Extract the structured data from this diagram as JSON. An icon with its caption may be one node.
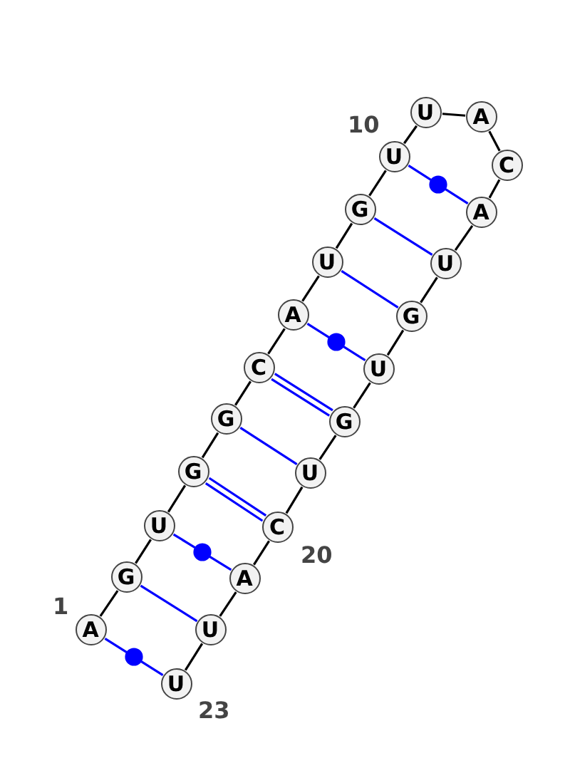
{
  "diagram": {
    "nodes": [
      {
        "text": [
          "A"
        ],
        "beside": [
          "1"
        ]
      },
      {
        "text": [
          "G"
        ]
      },
      {
        "text": [
          "U"
        ]
      },
      {
        "text": [
          "G"
        ]
      },
      {
        "text": [
          "G"
        ]
      },
      {
        "text": [
          "C"
        ]
      },
      {
        "text": [
          "A"
        ]
      },
      {
        "text": [
          "U"
        ]
      },
      {
        "text": [
          "G"
        ]
      },
      {
        "text": [
          "U"
        ],
        "beside": [
          "10"
        ]
      },
      {
        "text": [
          "U"
        ]
      },
      {
        "text": [
          "A"
        ]
      },
      {
        "text": [
          "C"
        ]
      },
      {
        "text": [
          "A"
        ]
      },
      {
        "text": [
          "U"
        ]
      },
      {
        "text": [
          "G"
        ]
      },
      {
        "text": [
          "U"
        ]
      },
      {
        "text": [
          "G"
        ]
      },
      {
        "text": [
          "U"
        ]
      },
      {
        "text": [
          "C"
        ],
        "beside": [
          "20"
        ]
      },
      {
        "text": [
          "A"
        ]
      },
      {
        "text": [
          "U"
        ]
      },
      {
        "text": [
          "U"
        ],
        "beside": [
          "23"
        ]
      }
    ],
    "edges": [
      {
        "from": 0,
        "to": 1,
        "arrow": "none"
      },
      {
        "from": 1,
        "to": 2,
        "arrow": "none"
      },
      {
        "from": 2,
        "to": 3,
        "arrow": "none"
      },
      {
        "from": 3,
        "to": 4,
        "arrow": "none"
      },
      {
        "from": 4,
        "to": 5,
        "arrow": "none"
      },
      {
        "from": 5,
        "to": 6,
        "arrow": "none"
      },
      {
        "from": 6,
        "to": 7,
        "arrow": "none"
      },
      {
        "from": 7,
        "to": 8,
        "arrow": "none"
      },
      {
        "from": 8,
        "to": 9,
        "arrow": "none"
      },
      {
        "from": 9,
        "to": 10,
        "arrow": "none"
      },
      {
        "from": 10,
        "to": 11,
        "arrow": "none"
      },
      {
        "from": 11,
        "to": 12,
        "arrow": "none"
      },
      {
        "from": 12,
        "to": 13,
        "arrow": "none"
      },
      {
        "from": 13,
        "to": 14,
        "arrow": "none"
      },
      {
        "from": 14,
        "to": 15,
        "arrow": "none"
      },
      {
        "from": 15,
        "to": 16,
        "arrow": "none"
      },
      {
        "from": 16,
        "to": 17,
        "arrow": "none"
      },
      {
        "from": 17,
        "to": 18,
        "arrow": "none"
      },
      {
        "from": 18,
        "to": 19,
        "arrow": "none"
      },
      {
        "from": 19,
        "to": 20,
        "arrow": "none"
      },
      {
        "from": 20,
        "to": 21,
        "arrow": "none"
      },
      {
        "from": 21,
        "to": 22,
        "arrow": "none"
      },
      {
        "from": 0,
        "to": 22,
        "arrow": "none",
        "color": "#0000ff"
      },
      {
        "from": 1,
        "to": 21,
        "arrow": "none",
        "color": "#0000ff"
      },
      {
        "from": 2,
        "to": 20,
        "arrow": "none",
        "color": "#0000ff"
      },
      {
        "from": 3,
        "to": 19,
        "arrow": "none",
        "color": "#0000ff"
      },
      {
        "from": 4,
        "to": 18,
        "arrow": "none",
        "color": "#0000ff"
      },
      {
        "from": 5,
        "to": 17,
        "arrow": "none",
        "color": "#0000ff"
      },
      {
        "from": 6,
        "to": 16,
        "arrow": "none",
        "color": "#0000ff"
      },
      {
        "from": 7,
        "to": 15,
        "arrow": "none",
        "color": "#0000ff"
      },
      {
        "from": 8,
        "to": 14,
        "arrow": "none",
        "color": "#0000ff"
      },
      {
        "from": 9,
        "to": 13,
        "arrow": "none",
        "color": "#0000ff"
      }
    ]
  }
}
